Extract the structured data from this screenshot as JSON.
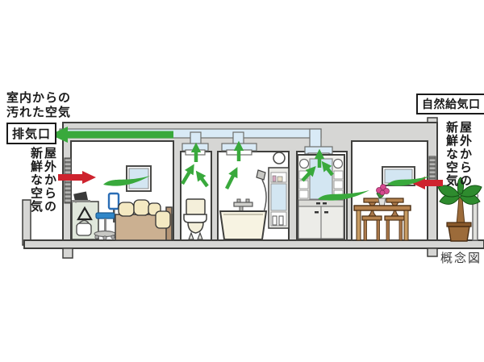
{
  "figure": {
    "caption": "概念図",
    "labels": {
      "dirty_air_source": {
        "line1": "室内からの",
        "line2": "汚れた空気"
      },
      "exhaust_outlet_box": "排気口",
      "natural_supply_inlet_box": "自然給気口",
      "fresh_air_left": {
        "col1": "屋外からの",
        "col2": "新鮮な空気"
      },
      "fresh_air_right": {
        "col1": "屋外からの",
        "col2": "新鮮な空気"
      }
    },
    "colors": {
      "structure_gray": "#d6d6d4",
      "outline": "#3f3f3d",
      "duct_blue": "#d9eaf6",
      "airflow_green": "#39a93c",
      "fresh_air_red": "#ce232e",
      "window_glass": "#d3e6f2",
      "caption_text": "#3a3a3a"
    }
  }
}
